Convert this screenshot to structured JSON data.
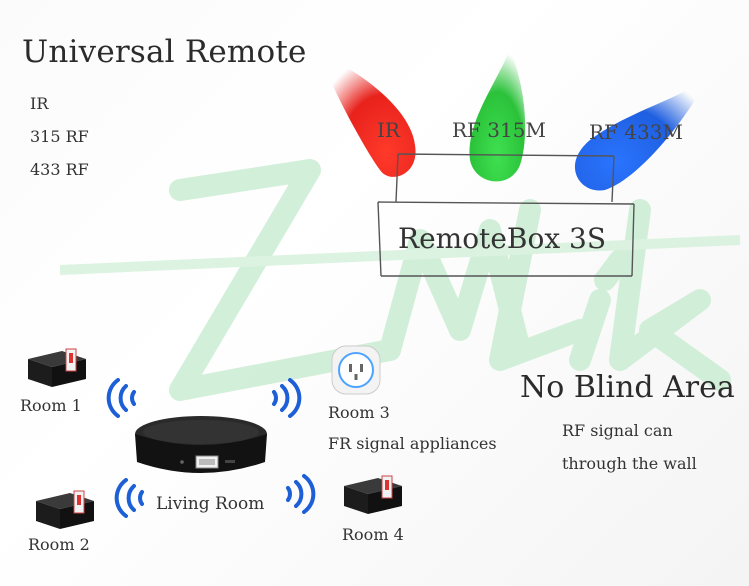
{
  "title": "Universal Remote",
  "features": [
    "IR",
    "315 RF",
    "433 RF"
  ],
  "beams": [
    {
      "label": "IR",
      "color": "#e8221c"
    },
    {
      "label": "RF 315M",
      "color": "#2bc23a"
    },
    {
      "label": "RF 433M",
      "color": "#1f5fe0"
    }
  ],
  "device_name": "RemoteBox 3S",
  "no_blind": {
    "title": "No Blind Area",
    "lines": [
      "RF signal can",
      "through the wall"
    ]
  },
  "rooms": {
    "room1": "Room 1",
    "room2": "Room 2",
    "room3": "Room 3",
    "room3_sub": "FR signal appliances",
    "room4": "Room 4",
    "living": "Living Room"
  },
  "colors": {
    "wifi": "#1d5fd6",
    "watermark": "#cdeed5",
    "hub": "#1a1a1a"
  }
}
